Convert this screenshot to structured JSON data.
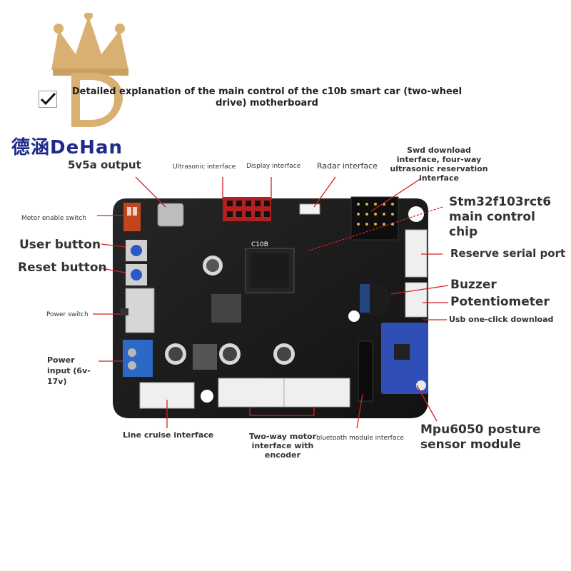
{
  "title": "Detailed explanation of the main control of the c10b smart car (two-wheel drive) motherboard",
  "brand": {
    "text": "德涵DeHan",
    "colors": {
      "crown": "#d8b071",
      "text": "#1e2a8a"
    }
  },
  "board": {
    "label": "C10B"
  },
  "labels": {
    "output_5v5a": "5v5a output",
    "ultrasonic": "Ultrasonic interface",
    "display": "Display interface",
    "radar": "Radar interface",
    "swd": "Swd download interface, four-way ultrasonic reservation interface",
    "mcu": "Stm32f103rct6 main control chip",
    "motor_enable": "Motor enable switch",
    "user_button": "User button",
    "reset_button": "Reset button",
    "reserve_serial": "Reserve serial port",
    "buzzer": "Buzzer",
    "potentiometer": "Potentiometer",
    "usb_download": "Usb one-click download",
    "power_switch": "Power switch",
    "power_input": "Power input (6v-17v)",
    "line_cruise": "Line cruise interface",
    "motor_interface": "Two-way motor interface with encoder",
    "bluetooth": "bluetooth module interface",
    "mpu6050": "Mpu6050 posture sensor module"
  }
}
